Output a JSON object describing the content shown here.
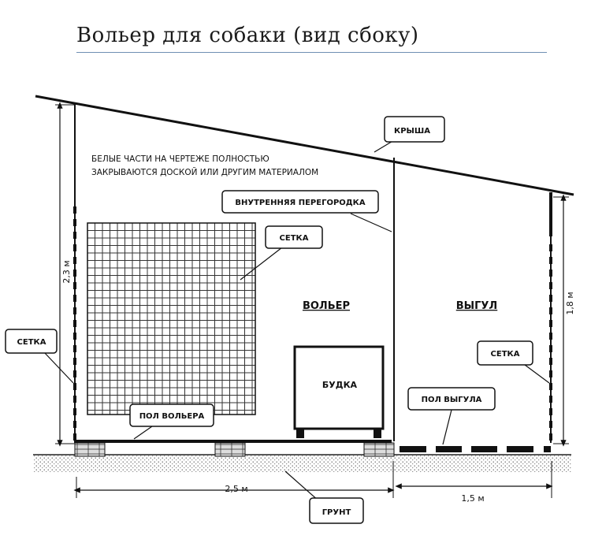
{
  "title": "Вольер для собаки  (вид сбоку)",
  "note_line1": "БЕЛЫЕ ЧАСТИ НА ЧЕРТЕЖЕ ПОЛНОСТЬЮ",
  "note_line2": "ЗАКРЫВАЮТСЯ ДОСКОЙ ИЛИ ДРУГИМ МАТЕРИАЛОМ",
  "labels": {
    "roof": "КРЫША",
    "partition": "ВНУТРЕННЯЯ ПЕРЕГОРОДКА",
    "mesh_panel": "СЕТКА",
    "mesh_left": "СЕТКА",
    "mesh_right": "СЕТКА",
    "enclosure": "ВОЛЬЕР",
    "run": "ВЫГУЛ",
    "doghouse": "БУДКА",
    "enclosure_floor": "ПОЛ ВОЛЬЕРА",
    "run_floor": "ПОЛ ВЫГУЛА",
    "ground": "ГРУНТ"
  },
  "dimensions": {
    "left_height": "2,3 м",
    "right_height": "1,8 м",
    "enclosure_width": "2,5 м",
    "run_width": "1,5 м"
  }
}
